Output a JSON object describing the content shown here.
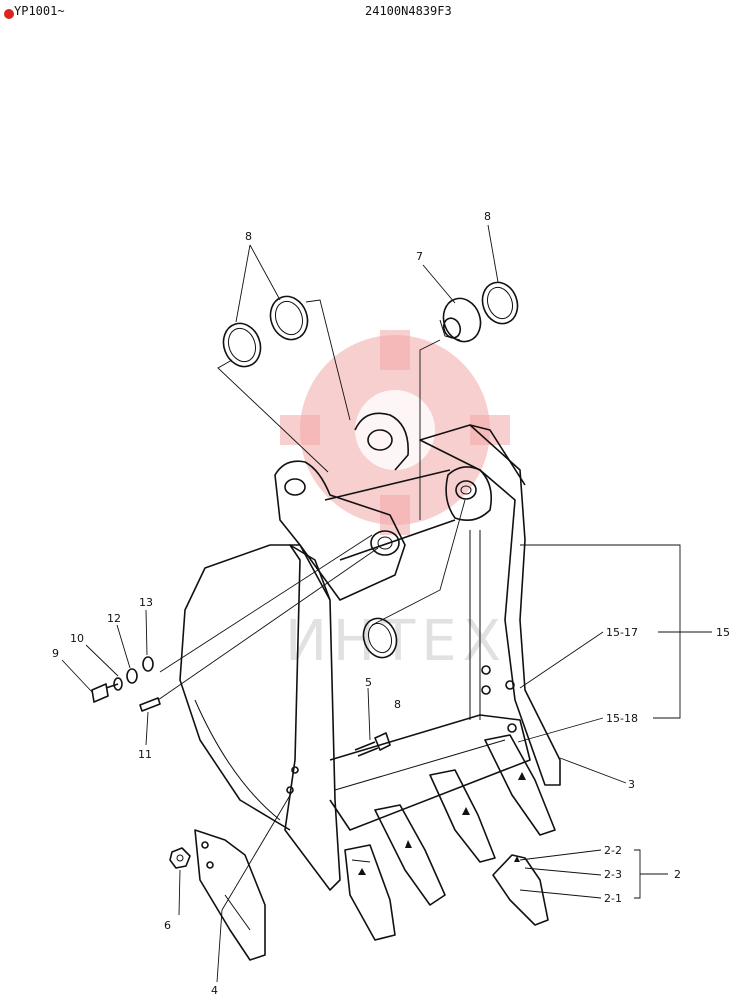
{
  "header": {
    "left": "YP1001~",
    "center": "24100N4839F3"
  },
  "watermark": {
    "text": "ИНТЕХ",
    "color": "#e24b4b"
  },
  "callouts": {
    "p8a": "8",
    "p8b": "8",
    "p8c": "8",
    "p7": "7",
    "p13": "13",
    "p12": "12",
    "p10": "10",
    "p9": "9",
    "p11": "11",
    "p5": "5",
    "p15_17": "15-17",
    "p15": "15",
    "p15_18": "15-18",
    "p3": "3",
    "p2_2": "2-2",
    "p2_3": "2-3",
    "p2": "2",
    "p2_1": "2-1",
    "p6": "6",
    "p4": "4"
  }
}
